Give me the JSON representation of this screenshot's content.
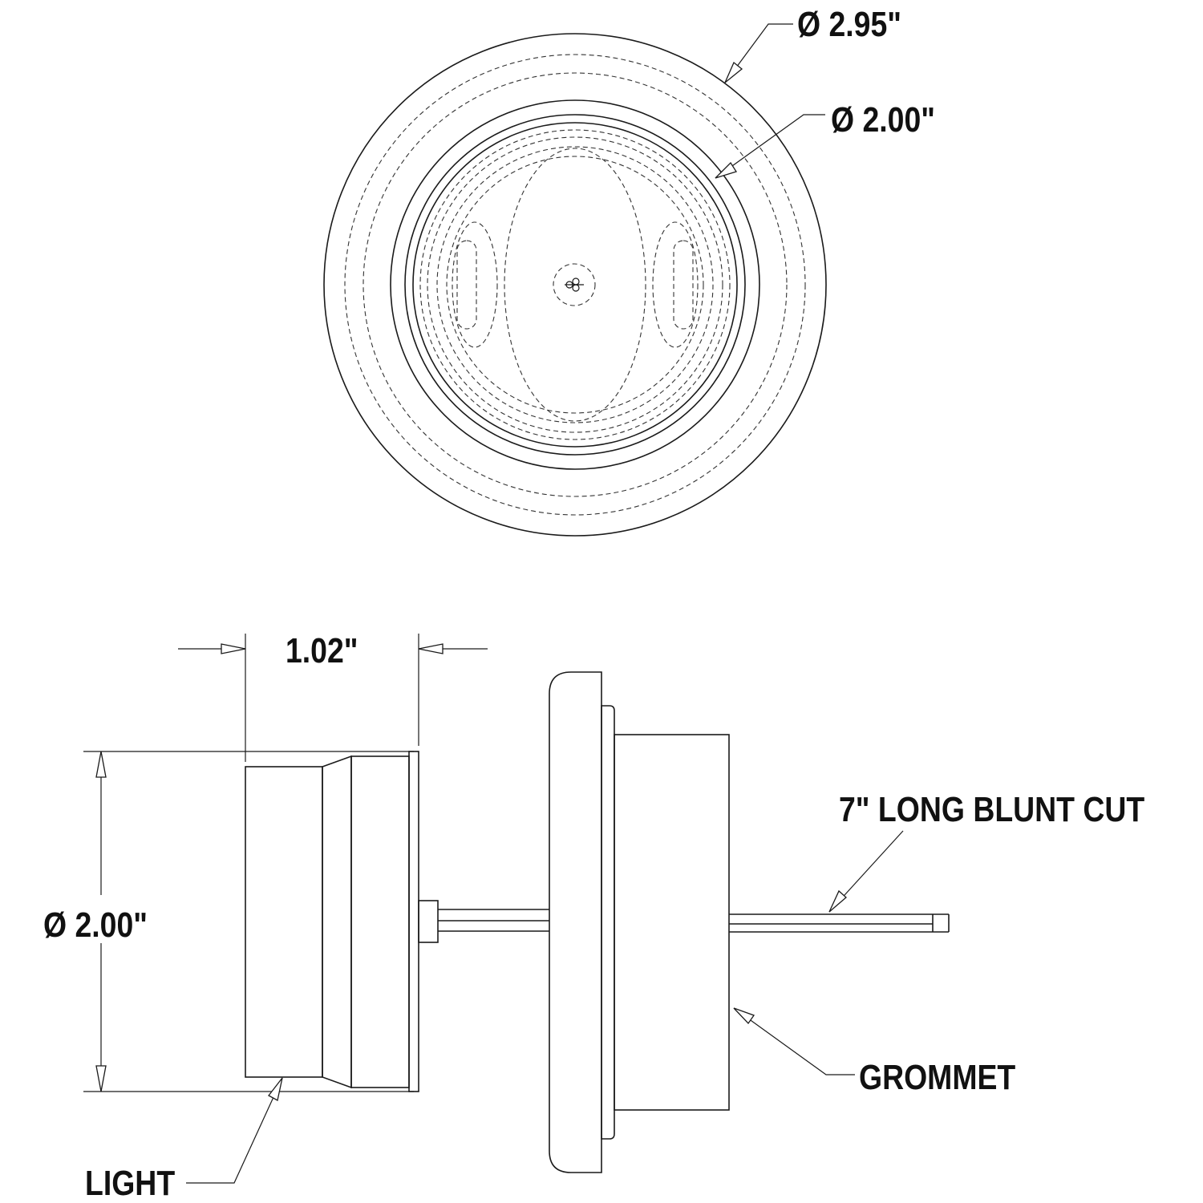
{
  "labels": {
    "outer_diameter": "Ø 2.95\"",
    "inner_diameter": "Ø 2.00\"",
    "depth": "1.02\"",
    "side_diameter": "Ø 2.00\"",
    "wire": "7\" LONG BLUNT CUT",
    "grommet": "GROMMET",
    "light": "LIGHT"
  },
  "colors": {
    "line": "#1a1a1a",
    "background": "#ffffff"
  }
}
